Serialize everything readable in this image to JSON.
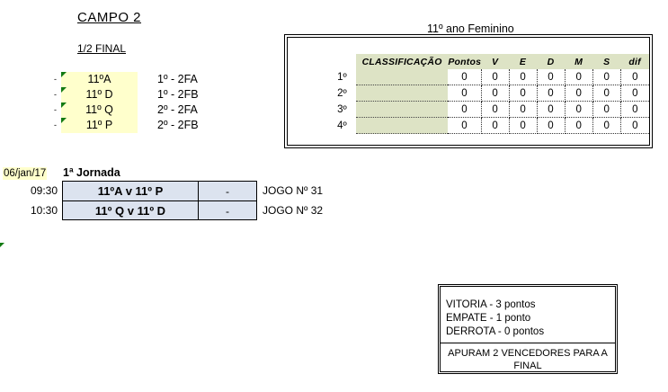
{
  "header": {
    "campo_title": "CAMPO  2",
    "phase_title": "1/2 FINAL"
  },
  "qualifiers": {
    "bullet": "-",
    "rows": [
      {
        "team": "11ºA",
        "source": "1º - 2FA"
      },
      {
        "team": "11º D",
        "source": "1º - 2FB"
      },
      {
        "team": "11º Q",
        "source": "2º - 2FA"
      },
      {
        "team": "11º  P",
        "source": "2º - 2FB"
      }
    ]
  },
  "classification": {
    "caption": "11º ano Feminino",
    "headers": [
      "CLASSIFICAÇÃO",
      "Pontos",
      "V",
      "E",
      "D",
      "M",
      "S",
      "dif"
    ],
    "rows": [
      {
        "position": "1º",
        "name": "",
        "values": [
          "0",
          "0",
          "0",
          "0",
          "0",
          "0",
          "0"
        ]
      },
      {
        "position": "2º",
        "name": "",
        "values": [
          "0",
          "0",
          "0",
          "0",
          "0",
          "0",
          "0"
        ]
      },
      {
        "position": "3º",
        "name": "",
        "values": [
          "0",
          "0",
          "0",
          "0",
          "0",
          "0",
          "0"
        ]
      },
      {
        "position": "4º",
        "name": "",
        "values": [
          "0",
          "0",
          "0",
          "0",
          "0",
          "0",
          "0"
        ]
      }
    ]
  },
  "schedule": {
    "date": "06/jan/17",
    "journey_label": "1ª Jornada",
    "matches": [
      {
        "time": "09:30",
        "match": "11ºA  v  11º  P",
        "score": "-",
        "game": "JOGO Nº 31"
      },
      {
        "time": "10:30",
        "match": "11º Q  v  11º D",
        "score": "-",
        "game": "JOGO Nº 32"
      }
    ]
  },
  "legend": {
    "rules": [
      "VITORIA - 3 pontos",
      "EMPATE - 1 ponto",
      "DERROTA - 0 pontos"
    ],
    "note": "APURAM 2 VENCEDORES PARA A FINAL"
  },
  "colors": {
    "qualifier_cell": "#ffffcc",
    "classification_header": "#dde3c5",
    "match_cell": "#dce3ef",
    "comment_marker": "#127a12",
    "date_highlight": "#ffffcc"
  }
}
